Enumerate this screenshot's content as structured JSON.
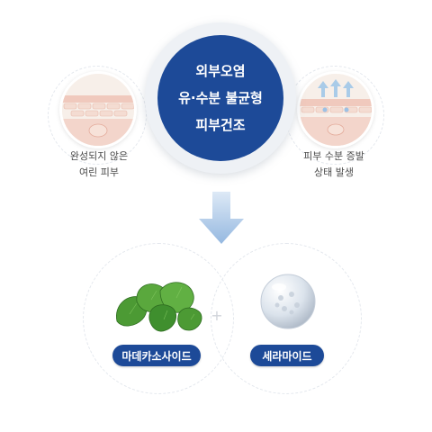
{
  "center": {
    "lines": [
      "외부오염",
      "유·수분 불균형",
      "피부건조"
    ]
  },
  "left": {
    "caption_lines": [
      "완성되지 않은",
      "여린 피부"
    ],
    "icon": "skin-layer-icon"
  },
  "right": {
    "caption_lines": [
      "피부 수분 증발",
      "상태 발생"
    ],
    "icon": "moisture-evaporation-icon"
  },
  "arrow": {
    "icon": "down-arrow-icon",
    "color": "#a9c6e8"
  },
  "ingredients": [
    {
      "label": "마데카소사이드",
      "icon": "centella-leaf-icon"
    },
    {
      "label": "세라마이드",
      "icon": "ceramide-bubble-icon"
    }
  ],
  "plus_symbol": "+",
  "colors": {
    "brand": "#1d4a98",
    "skin": "#f2d6cc",
    "leaf": "#3f8f2e"
  }
}
